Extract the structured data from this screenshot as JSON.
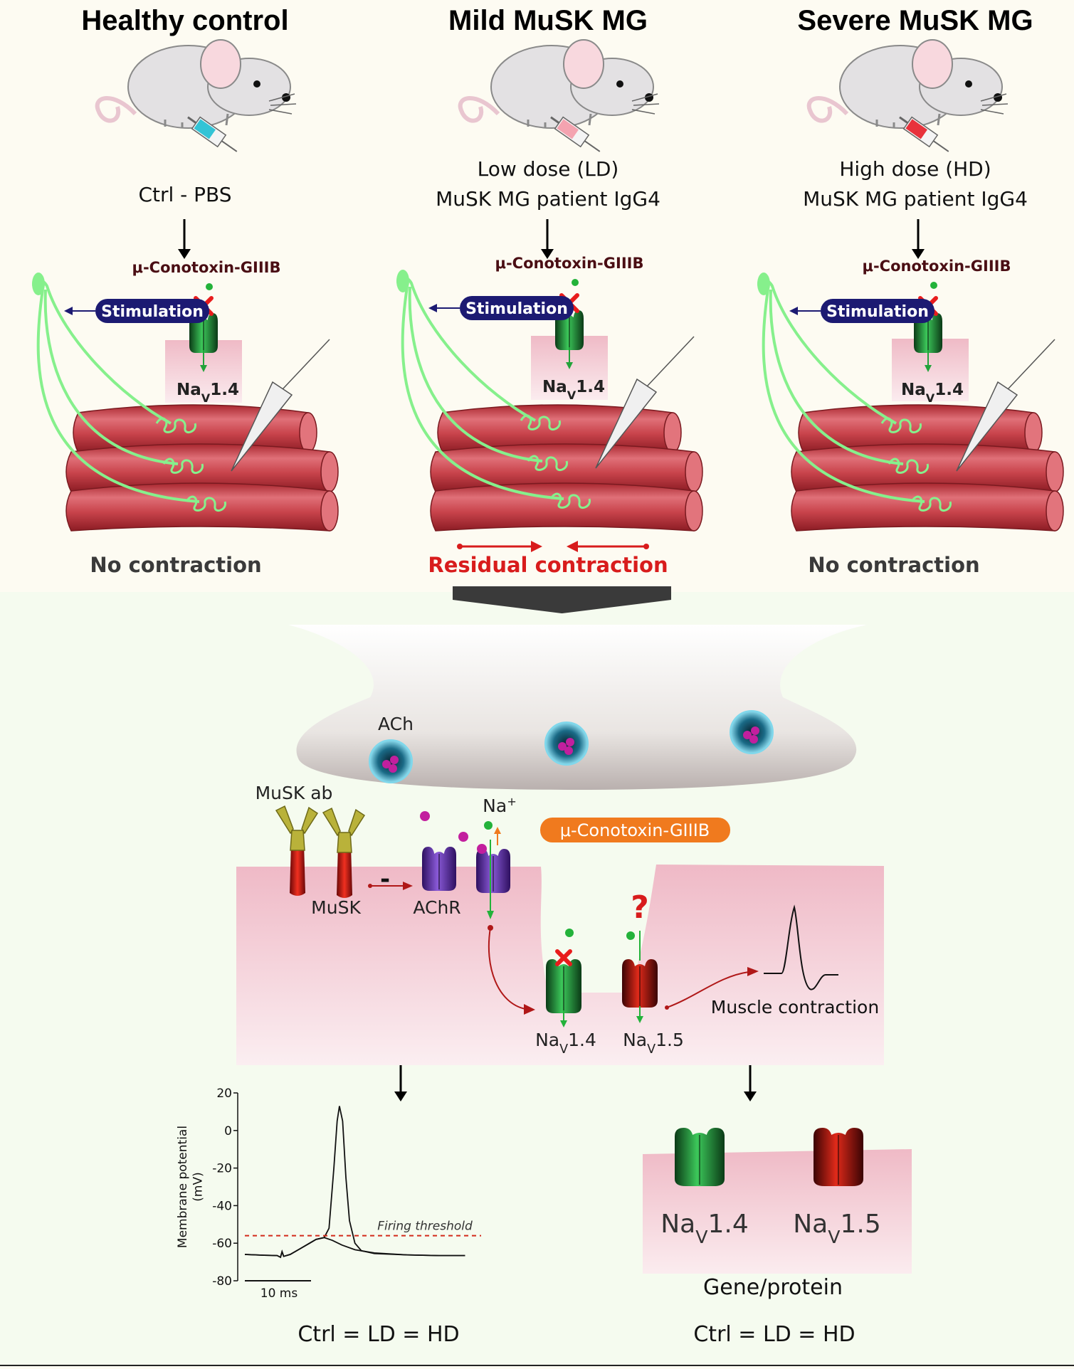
{
  "colors": {
    "top_bg": "#fdfbf2",
    "bottom_bg": "#f5fbef",
    "nerve_green": "#86f08c",
    "muscle_red": "#c9444c",
    "stimulation_navy": "#1c1a72",
    "channel_green": "#1f8a3a",
    "channel_red": "#b00e0e",
    "achr_purple": "#6b35b0",
    "musk_yellow": "#b9b23a",
    "cono_orange": "#f07a1e",
    "threshold_red": "#d32a1a",
    "alert_red": "#d81c1c"
  },
  "panels": [
    {
      "title": "Healthy control",
      "treatment": [
        "Ctrl - PBS"
      ],
      "syringe_color": "#33c4d6",
      "toxin": "μ-Conotoxin-GIIIB",
      "stimulation": "Stimulation",
      "channel": {
        "base": "Na",
        "sub": "V",
        "suffix": "1.4"
      },
      "outcome": "No contraction",
      "outcome_color": "#3a3a3a"
    },
    {
      "title": "Mild MuSK MG",
      "treatment": [
        "Low dose (LD)",
        "MuSK MG patient IgG4"
      ],
      "syringe_color": "#f4a3b0",
      "toxin": "μ-Conotoxin-GIIIB",
      "stimulation": "Stimulation",
      "channel": {
        "base": "Na",
        "sub": "V",
        "suffix": "1.4"
      },
      "outcome": "Residual contraction",
      "outcome_color": "#d81c1c"
    },
    {
      "title": "Severe MuSK MG",
      "treatment": [
        "High dose (HD)",
        "MuSK MG patient IgG4"
      ],
      "syringe_color": "#e8323c",
      "toxin": "μ-Conotoxin-GIIIB",
      "stimulation": "Stimulation",
      "channel": {
        "base": "Na",
        "sub": "V",
        "suffix": "1.4"
      },
      "outcome": "No contraction",
      "outcome_color": "#3a3a3a"
    }
  ],
  "mechanism": {
    "ach": "ACh",
    "musk_ab": "MuSK ab",
    "musk": "MuSK",
    "achr": "AChR",
    "minus": "-",
    "na_ion": "Na",
    "na_ion_charge": "+",
    "toxin": "μ-Conotoxin-GIIIB",
    "question": "?",
    "muscle_contraction": "Muscle contraction",
    "nav14": {
      "base": "Na",
      "sub": "V",
      "suffix": "1.4"
    },
    "nav15": {
      "base": "Na",
      "sub": "V",
      "suffix": "1.5"
    }
  },
  "chart_data": {
    "type": "line",
    "ylabel": "Membrane potential\n(mV)",
    "ylim": [
      -80,
      20
    ],
    "yticks": [
      20,
      0,
      -20,
      -40,
      -60,
      -80
    ],
    "scale_bar": "10 ms",
    "threshold": {
      "label": "Firing threshold",
      "value": -56
    },
    "series": [
      {
        "values": [
          [
            0,
            -66
          ],
          [
            6,
            -66.4
          ],
          [
            10,
            -66.6
          ],
          [
            11,
            -67.5
          ],
          [
            11.5,
            -64.5
          ],
          [
            12,
            -67
          ],
          [
            14,
            -66
          ],
          [
            17,
            -63
          ],
          [
            20,
            -60
          ],
          [
            22,
            -58
          ],
          [
            24.5,
            -57
          ],
          [
            26,
            -52
          ],
          [
            27.5,
            -20
          ],
          [
            28.5,
            5
          ],
          [
            29.2,
            13
          ],
          [
            30.2,
            5
          ],
          [
            31.2,
            -25
          ],
          [
            32.3,
            -48
          ],
          [
            34,
            -60
          ],
          [
            36,
            -64
          ],
          [
            40,
            -65.5
          ],
          [
            50,
            -66.2
          ],
          [
            60,
            -66.6
          ],
          [
            68,
            -66.6
          ]
        ]
      },
      {
        "values": [
          [
            0,
            -66
          ],
          [
            6,
            -66.4
          ],
          [
            10,
            -66.6
          ],
          [
            11,
            -67.5
          ],
          [
            11.5,
            -64.5
          ],
          [
            12,
            -67
          ],
          [
            14,
            -66
          ],
          [
            17,
            -63
          ],
          [
            20,
            -60
          ],
          [
            22,
            -58
          ],
          [
            24.5,
            -57
          ],
          [
            27,
            -58.5
          ],
          [
            30,
            -61
          ],
          [
            34,
            -63.5
          ],
          [
            40,
            -65.2
          ],
          [
            50,
            -66.2
          ],
          [
            60,
            -66.6
          ],
          [
            68,
            -66.6
          ]
        ]
      }
    ]
  },
  "bottom_labels": {
    "left_equation": "Ctrl = LD = HD",
    "right_title": "Gene/protein",
    "right_equation": "Ctrl = LD = HD",
    "nav14": {
      "base": "Na",
      "sub": "V",
      "suffix": "1.4"
    },
    "nav15": {
      "base": "Na",
      "sub": "V",
      "suffix": "1.5"
    }
  }
}
